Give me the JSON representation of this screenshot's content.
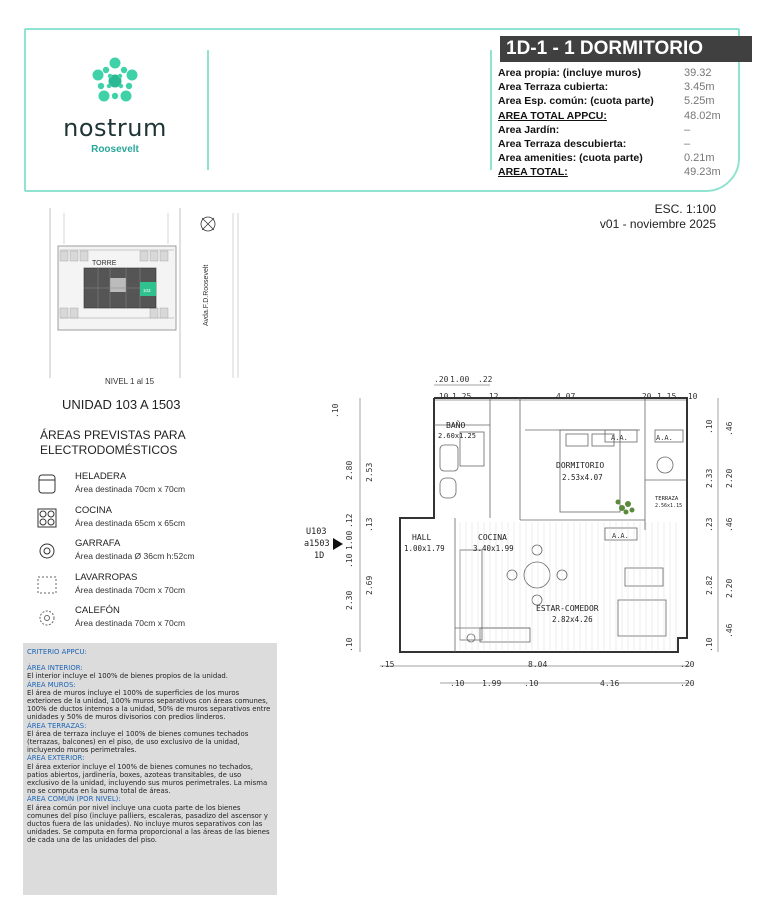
{
  "header": {
    "brand": "nostrum",
    "brand_sub": "Roosevelt",
    "unit_title": "1D-1 - 1 DORMITORIO",
    "areas": [
      {
        "label": "Area propia: (incluye muros)",
        "value": "39.32",
        "underline": false
      },
      {
        "label": "Area Terraza cubierta:",
        "value": "3.45m",
        "underline": false
      },
      {
        "label": "Area Esp. común: (cuota parte)",
        "value": "5.25m",
        "underline": false
      },
      {
        "label": "AREA TOTAL APPCU:",
        "value": "48.02m",
        "underline": true
      },
      {
        "label": "Area Jardín:",
        "value": "–",
        "underline": false
      },
      {
        "label": "Area Terraza descubierta:",
        "value": "–",
        "underline": false
      },
      {
        "label": "Area amenities: (cuota parte)",
        "value": "0.21m",
        "underline": false
      },
      {
        "label": "AREA TOTAL:",
        "value": "49.23m",
        "underline": true
      }
    ],
    "scale": "ESC. 1:100",
    "version": "v01 - noviembre 2025"
  },
  "keyplan": {
    "torre_label": "TORRE",
    "street_label": "Avda.F.D.Roosevelt",
    "unit_tag": "103",
    "nivel": "NIVEL 1 al 15",
    "unidad": "UNIDAD 103 A 1503"
  },
  "appliances": {
    "title_line1": "ÁREAS PREVISTAS PARA",
    "title_line2": "ELECTRODOMÉSTICOS",
    "items": [
      {
        "icon": "fridge-icon",
        "name": "HELADERA",
        "desc": "Área destinada 70cm x 70cm"
      },
      {
        "icon": "stove-icon",
        "name": "COCINA",
        "desc": "Área destinada 65cm x 65cm"
      },
      {
        "icon": "gas-cylinder-icon",
        "name": "GARRAFA",
        "desc": "Área destinada Ø 36cm h:52cm"
      },
      {
        "icon": "washer-icon",
        "name": "LAVARROPAS",
        "desc": "Área destinada 70cm x 70cm"
      },
      {
        "icon": "heater-icon",
        "name": "CALEFÓN",
        "desc": "Área destinada 70cm x 70cm"
      }
    ]
  },
  "criteria": {
    "title": "CRITERIO APPCU:",
    "sections": [
      {
        "head": "ÁREA INTERIOR:",
        "body": "El interior incluye el 100% de bienes propios de la unidad."
      },
      {
        "head": "ÁREA MUROS:",
        "body": "El área de muros incluye el 100% de superficies de los muros exteriores de la unidad, 100% muros separativos con áreas comunes, 100% de ductos internos a la unidad, 50% de muros separativos entre unidades y 50% de muros divisorios con predios linderos."
      },
      {
        "head": "ÁREA TERRAZAS:",
        "body": "El área de terraza incluye el 100% de bienes comunes techados (terrazas, balcones) en el piso, de uso exclusivo de la unidad, incluyendo muros perimetrales."
      },
      {
        "head": "ÁREA EXTERIOR:",
        "body": "El área exterior incluye el 100% de bienes comunes no techados, patios abiertos, jardinería, boxes, azoteas transitables, de uso exclusivo de la unidad, incluyendo sus muros perimetrales. La misma no se computa en la suma total de áreas."
      },
      {
        "head": "ÁREA COMÚN (POR NIVEL):",
        "body": "El área común por nivel incluye una cuota parte de los bienes comunes del piso (incluye palliers, escaleras, pasadizo del ascensor y ductos fuera de las unidades). No incluye muros separativos con las unidades. Se computa en forma proporcional a las áreas de las bienes de cada una de las unidades del piso."
      }
    ]
  },
  "plan": {
    "rooms": [
      {
        "name": "BAÑO",
        "dims": "2.60x1.25"
      },
      {
        "name": "DORMITORIO",
        "dims": "2.53x4.07"
      },
      {
        "name": "HALL",
        "dims": "1.00x1.79"
      },
      {
        "name": "COCINA",
        "dims": "3.40x1.99"
      },
      {
        "name": "ESTAR-COMEDOR",
        "dims": "2.82x4.26"
      },
      {
        "name": "TERRAZA",
        "dims": "2.56x1.15"
      }
    ],
    "aa_label": "A.A.",
    "unit_ref": [
      "U103",
      "a1503",
      "1D"
    ],
    "dims_top1": [
      ".20",
      "1.00",
      ".22"
    ],
    "dims_top2": [
      ".10",
      "1.25",
      ".12",
      "4.07",
      ".20",
      "1.15",
      ".10"
    ],
    "dims_left": [
      ".10",
      "2.80",
      ".12",
      "1.00",
      ".10",
      "2.30",
      ".10"
    ],
    "dims_left2": [
      "2.53",
      ".13",
      "2.69"
    ],
    "dims_right": [
      ".10",
      "2.33",
      ".23",
      "2.82",
      ".10"
    ],
    "dims_right2": [
      ".46",
      "2.20",
      ".46",
      "2.20",
      ".46"
    ],
    "dims_bottom1": [
      ".15",
      "8.04",
      ".20"
    ],
    "dims_bottom2": [
      ".10",
      "1.99",
      ".10",
      "4.16",
      ".20"
    ]
  }
}
